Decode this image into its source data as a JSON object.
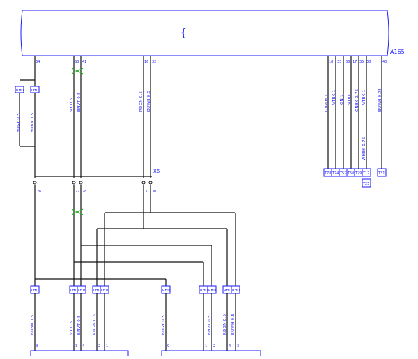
{
  "module": {
    "label": "A165",
    "symbol": "{"
  },
  "connector_label": "X6",
  "top_pins": [
    "34",
    "S3",
    "41",
    "16",
    "32",
    "18",
    "33",
    "36",
    "17",
    "35",
    "38",
    "40"
  ],
  "top_wires": [
    "BUGY 0.5",
    "BUBN 0.5",
    "VT 0.5",
    "BNVT 0.5",
    "RDGN 0.5",
    "BUWH 0.5",
    "GNWH 1",
    "VTBK 1",
    "GN 1",
    "VTBK 1",
    "GNBK 0.75",
    "VTBK 1",
    "WHBK 0.75",
    "BUWH 0.75"
  ],
  "left_connectors": [
    "RHD",
    "LHD"
  ],
  "x6_pins": [
    "26",
    "27",
    "28",
    "31",
    "30"
  ],
  "right_connectors": [
    "T78",
    "T74",
    "T52",
    "T50",
    "T29",
    "T12",
    "T31"
  ],
  "right_extra": "T25",
  "bottom_connectors": [
    "LHD",
    "LHD",
    "LHD",
    "LHD",
    "LHD",
    "RHD",
    "RHD",
    "RHD",
    "RHD",
    "RHD"
  ],
  "bottom_wires": [
    "BUBN 0.5",
    "VT 0.5",
    "BNVT 0.5",
    "RDGN 0.5",
    "BUGY 0.5",
    "BNVT 0.5",
    "RDGN 0.5",
    "BUWH 0.5"
  ],
  "bottom_pins": [
    "8",
    "3",
    "4",
    "2",
    "1",
    "9",
    "1",
    "2",
    "4",
    "3"
  ]
}
